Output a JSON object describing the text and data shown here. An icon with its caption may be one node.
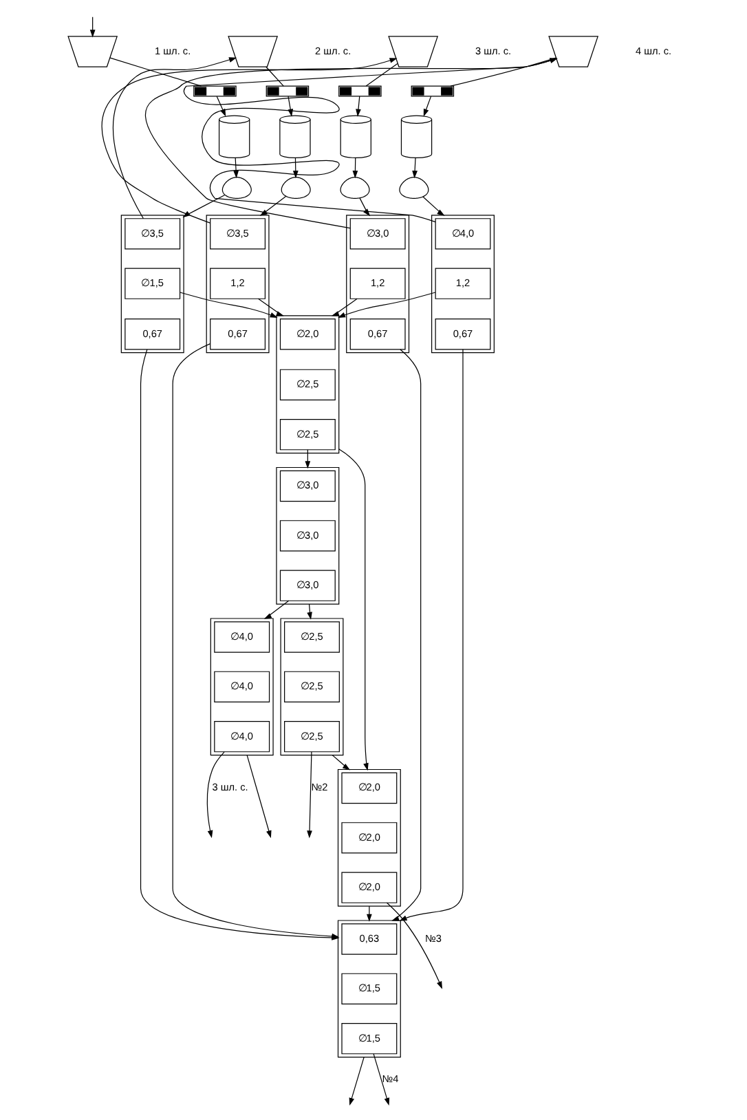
{
  "diagram": {
    "nodes": [
      {
        "text": [],
        "shape": "funnel",
        "beside": [
          "1 шл. с."
        ]
      },
      {
        "text": [],
        "shape": "bar"
      },
      {
        "text": [],
        "shape": "cylinder"
      },
      {
        "text": [],
        "shape": "spout"
      },
      {
        "text": [],
        "shape": "box"
      },
      {
        "text": [
          "∅3,5"
        ],
        "in": 4
      },
      {
        "text": [
          "∅1,5"
        ],
        "in": 4
      },
      {
        "text": [
          "0,67"
        ],
        "in": 4
      },
      {
        "text": [],
        "shape": "funnel",
        "beside": [
          "2 шл. с."
        ]
      },
      {
        "text": [],
        "shape": "bar"
      },
      {
        "text": [],
        "shape": "cylinder"
      },
      {
        "text": [],
        "shape": "spout"
      },
      {
        "text": [],
        "shape": "box"
      },
      {
        "text": [
          "∅3,5"
        ],
        "in": 12
      },
      {
        "text": [
          "1,2"
        ],
        "in": 12
      },
      {
        "text": [
          "0,67"
        ],
        "in": 12
      },
      {
        "text": [],
        "shape": "funnel",
        "beside": [
          "3 шл. с."
        ]
      },
      {
        "text": [],
        "shape": "bar"
      },
      {
        "text": [],
        "shape": "cylinder"
      },
      {
        "text": [],
        "shape": "spout"
      },
      {
        "text": [],
        "shape": "box"
      },
      {
        "text": [
          "∅3,0"
        ],
        "in": 20
      },
      {
        "text": [
          "1,2"
        ],
        "in": 20
      },
      {
        "text": [
          "0,67"
        ],
        "in": 20
      },
      {
        "text": [],
        "shape": "funnel",
        "beside": [
          "4 шл. с."
        ]
      },
      {
        "text": [],
        "shape": "bar"
      },
      {
        "text": [],
        "shape": "cylinder"
      },
      {
        "text": [],
        "shape": "spout"
      },
      {
        "text": [],
        "shape": "box"
      },
      {
        "text": [
          "∅4,0"
        ],
        "in": 28
      },
      {
        "text": [
          "1,2"
        ],
        "in": 28
      },
      {
        "text": [
          "0,67"
        ],
        "in": 28
      },
      {
        "text": [],
        "shape": "box"
      },
      {
        "text": [
          "∅3,0"
        ],
        "in": 32
      },
      {
        "text": [
          "∅3,0"
        ],
        "in": 32
      },
      {
        "text": [
          "∅3,0"
        ],
        "in": 32
      },
      {
        "text": [],
        "shape": "box"
      },
      {
        "text": [
          "∅2,0"
        ],
        "in": 36
      },
      {
        "text": [
          "∅2,5"
        ],
        "in": 36
      },
      {
        "text": [
          "∅2,5"
        ],
        "in": 36
      },
      {
        "text": [],
        "shape": "box"
      },
      {
        "text": [
          "0,63"
        ],
        "in": 40
      },
      {
        "text": [
          "∅1,5"
        ],
        "in": 40
      },
      {
        "text": [
          "∅1,5"
        ],
        "in": 40
      },
      {
        "text": [],
        "shape": "box"
      },
      {
        "text": [
          "∅2,0"
        ],
        "in": 44
      },
      {
        "text": [
          "∅2,0"
        ],
        "in": 44
      },
      {
        "text": [
          "∅2,0"
        ],
        "in": 44
      },
      {
        "text": [],
        "shape": "box"
      },
      {
        "text": [
          "∅2,5"
        ],
        "in": 48
      },
      {
        "text": [
          "∅2,5"
        ],
        "in": 48
      },
      {
        "text": [
          "∅2,5"
        ],
        "in": 48
      },
      {
        "text": [],
        "shape": "box"
      },
      {
        "text": [
          "∅4,0"
        ],
        "in": 52
      },
      {
        "text": [
          "∅4,0"
        ],
        "in": 52
      },
      {
        "text": [
          "∅4,0"
        ],
        "in": 52
      }
    ],
    "edges": [
      {
        "from": null,
        "to": 0,
        "arrow": "to"
      },
      {
        "from": 0,
        "to": 1,
        "arrow": "none"
      },
      {
        "from": 1,
        "to": 2,
        "arrow": "to"
      },
      {
        "from": 2,
        "to": 3,
        "arrow": "to"
      },
      {
        "from": 3,
        "to": 4,
        "arrow": "to"
      },
      {
        "from": 5,
        "to": 8,
        "arrow": "to"
      },
      {
        "from": 8,
        "to": 9,
        "arrow": "none"
      },
      {
        "from": 9,
        "to": 10,
        "arrow": "to"
      },
      {
        "from": 10,
        "to": 11,
        "arrow": "to"
      },
      {
        "from": 11,
        "to": 12,
        "arrow": "to"
      },
      {
        "from": 13,
        "to": 16,
        "arrow": "to"
      },
      {
        "from": 16,
        "to": 17,
        "arrow": "none"
      },
      {
        "from": 17,
        "to": 18,
        "arrow": "to"
      },
      {
        "from": 18,
        "to": 19,
        "arrow": "to"
      },
      {
        "from": 19,
        "to": 20,
        "arrow": "to"
      },
      {
        "from": 21,
        "to": 24,
        "arrow": "to"
      },
      {
        "from": 29,
        "to": 24,
        "arrow": "to"
      },
      {
        "from": 24,
        "to": 25,
        "arrow": "none"
      },
      {
        "from": 25,
        "to": 26,
        "arrow": "to"
      },
      {
        "from": 26,
        "to": 27,
        "arrow": "to"
      },
      {
        "from": 27,
        "to": 28,
        "arrow": "to"
      },
      {
        "from": 6,
        "to": 36,
        "arrow": "to"
      },
      {
        "from": 14,
        "to": 36,
        "arrow": "to"
      },
      {
        "from": 22,
        "to": 36,
        "arrow": "to"
      },
      {
        "from": 30,
        "to": 36,
        "arrow": "to"
      },
      {
        "from": 7,
        "to": 40,
        "arrow": "to"
      },
      {
        "from": 15,
        "to": 40,
        "arrow": "to"
      },
      {
        "from": 23,
        "to": 40,
        "arrow": "to"
      },
      {
        "from": 31,
        "to": 40,
        "arrow": "to"
      },
      {
        "from": 39,
        "to": 32,
        "arrow": "to"
      },
      {
        "from": 36,
        "to": 44,
        "arrow": "to"
      },
      {
        "from": 32,
        "to": 48,
        "arrow": "to"
      },
      {
        "from": 35,
        "to": 52,
        "arrow": "to"
      },
      {
        "from": 48,
        "to": 44,
        "arrow": "to"
      },
      {
        "from": 44,
        "to": 40,
        "arrow": "to"
      },
      {
        "from": 40,
        "to": null,
        "arrow": "to"
      },
      {
        "from": 43,
        "to": null,
        "arrow": "to",
        "label": "№4"
      },
      {
        "from": 47,
        "to": null,
        "arrow": "to",
        "label": "№3"
      },
      {
        "from": 51,
        "to": null,
        "arrow": "to",
        "label": "№2"
      },
      {
        "from": 52,
        "to": null,
        "arrow": "to"
      },
      {
        "from": 55,
        "to": null,
        "arrow": "to",
        "label": "3 шл. с."
      }
    ]
  }
}
